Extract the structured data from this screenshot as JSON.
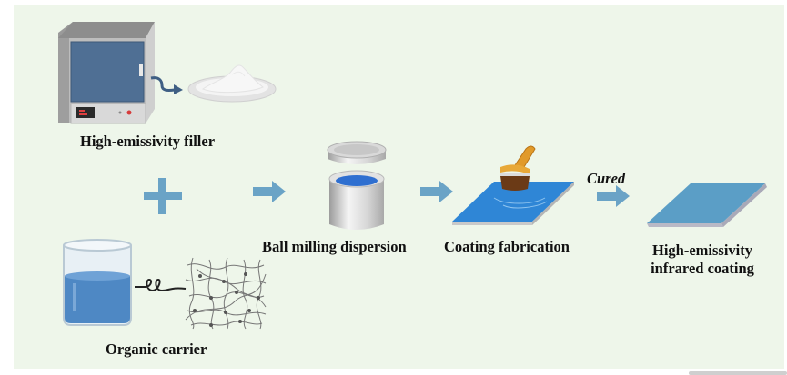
{
  "diagram": {
    "inputs": {
      "filler_label": "High-emissivity filler",
      "carrier_label": "Organic carrier",
      "combine_symbol": "+"
    },
    "steps": [
      {
        "label": "Ball milling dispersion"
      },
      {
        "label": "Coating fabrication"
      }
    ],
    "transition_label": "Cured",
    "output": {
      "line1": "High-emissivity",
      "line2": "infrared coating"
    },
    "colors": {
      "background": "#eef6ea",
      "arrow": "#6aa3c6",
      "oven_door": "#4f6f94",
      "liquid": "#4e88c4",
      "coating_blue": "#2f86d6",
      "final_coating": "#5b9ec6",
      "brush_handle": "#e19a2a",
      "brush_bristle": "#6b3a16"
    }
  }
}
